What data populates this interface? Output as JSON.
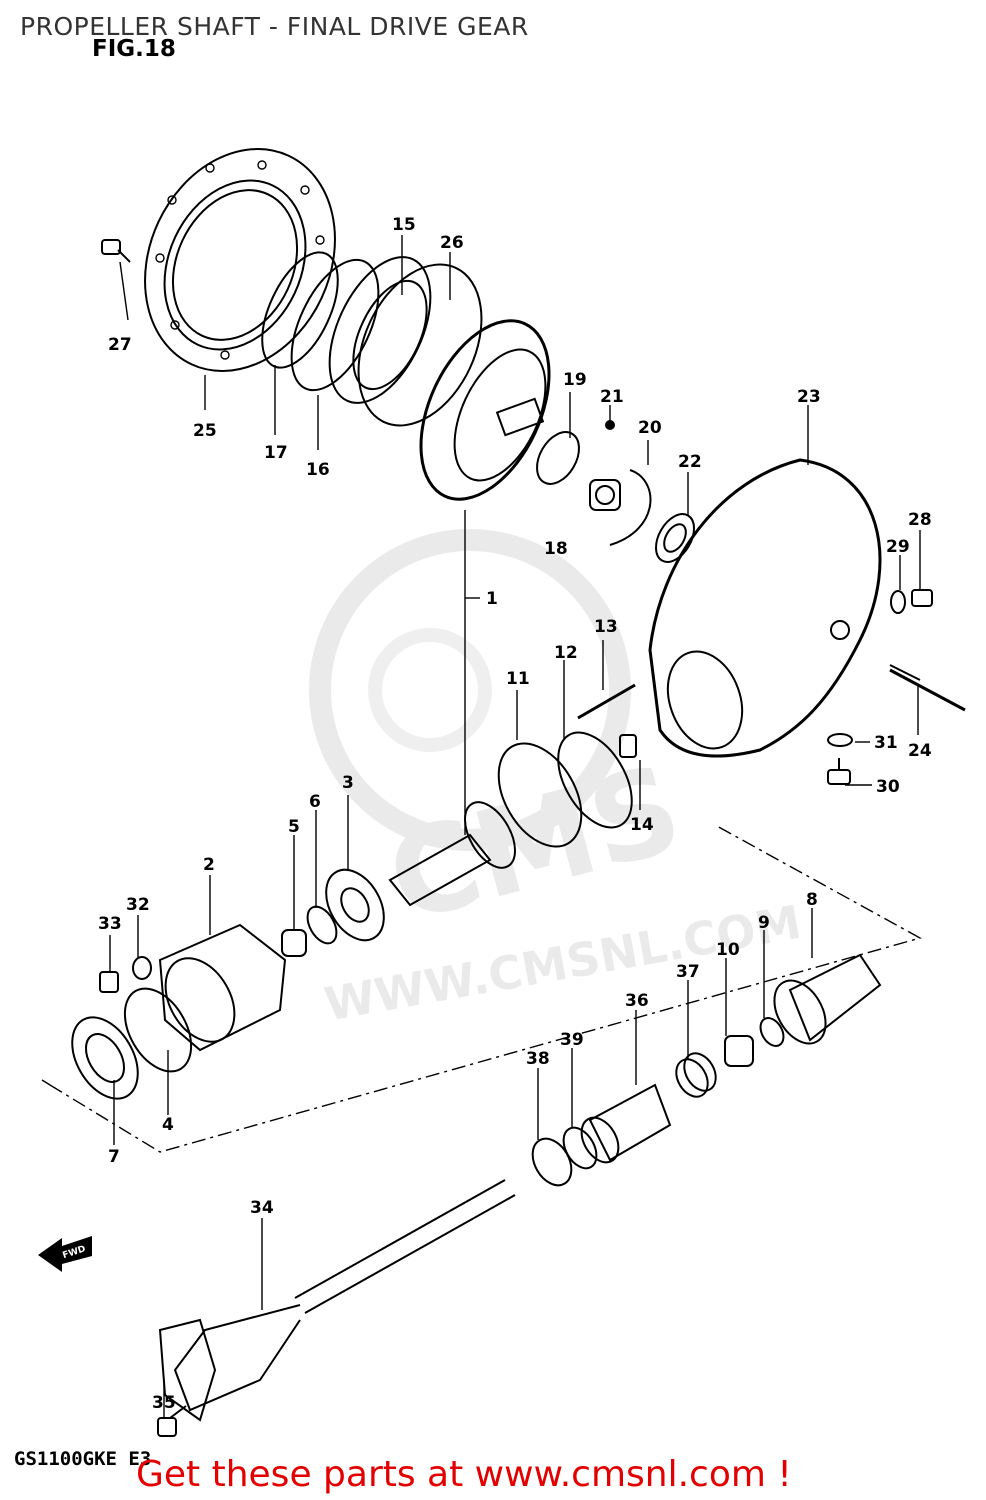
{
  "header": {
    "title": "PROPELLER SHAFT - FINAL DRIVE GEAR",
    "figure": "FIG.18"
  },
  "footer": {
    "model": "GS1100GKE E3",
    "cta": "Get these parts at www.cmsnl.com !"
  },
  "watermark": {
    "text": "WWW.CMSNL.COM",
    "logo": "CMS"
  },
  "direction_arrow": {
    "label": "FWD",
    "icon": "arrow-left-icon"
  },
  "parts": [
    {
      "id": "1",
      "label": "1"
    },
    {
      "id": "2",
      "label": "2"
    },
    {
      "id": "3",
      "label": "3"
    },
    {
      "id": "4",
      "label": "4"
    },
    {
      "id": "5",
      "label": "5"
    },
    {
      "id": "6",
      "label": "6"
    },
    {
      "id": "7",
      "label": "7"
    },
    {
      "id": "8",
      "label": "8"
    },
    {
      "id": "9",
      "label": "9"
    },
    {
      "id": "10",
      "label": "10"
    },
    {
      "id": "11",
      "label": "11"
    },
    {
      "id": "12",
      "label": "12"
    },
    {
      "id": "13",
      "label": "13"
    },
    {
      "id": "14",
      "label": "14"
    },
    {
      "id": "15",
      "label": "15"
    },
    {
      "id": "16",
      "label": "16"
    },
    {
      "id": "17",
      "label": "17"
    },
    {
      "id": "18",
      "label": "18"
    },
    {
      "id": "19",
      "label": "19"
    },
    {
      "id": "20",
      "label": "20"
    },
    {
      "id": "21",
      "label": "21"
    },
    {
      "id": "22",
      "label": "22"
    },
    {
      "id": "23",
      "label": "23"
    },
    {
      "id": "24",
      "label": "24"
    },
    {
      "id": "25",
      "label": "25"
    },
    {
      "id": "26",
      "label": "26"
    },
    {
      "id": "27",
      "label": "27"
    },
    {
      "id": "28",
      "label": "28"
    },
    {
      "id": "29",
      "label": "29"
    },
    {
      "id": "30",
      "label": "30"
    },
    {
      "id": "31",
      "label": "31"
    },
    {
      "id": "32",
      "label": "32"
    },
    {
      "id": "33",
      "label": "33"
    },
    {
      "id": "34",
      "label": "34"
    },
    {
      "id": "35",
      "label": "35"
    },
    {
      "id": "36",
      "label": "36"
    },
    {
      "id": "37",
      "label": "37"
    },
    {
      "id": "38",
      "label": "38"
    },
    {
      "id": "39",
      "label": "39"
    }
  ],
  "colors": {
    "ink": "#000000",
    "title": "#333333",
    "cta": "#e30000",
    "watermark": "#d9d9d9"
  }
}
